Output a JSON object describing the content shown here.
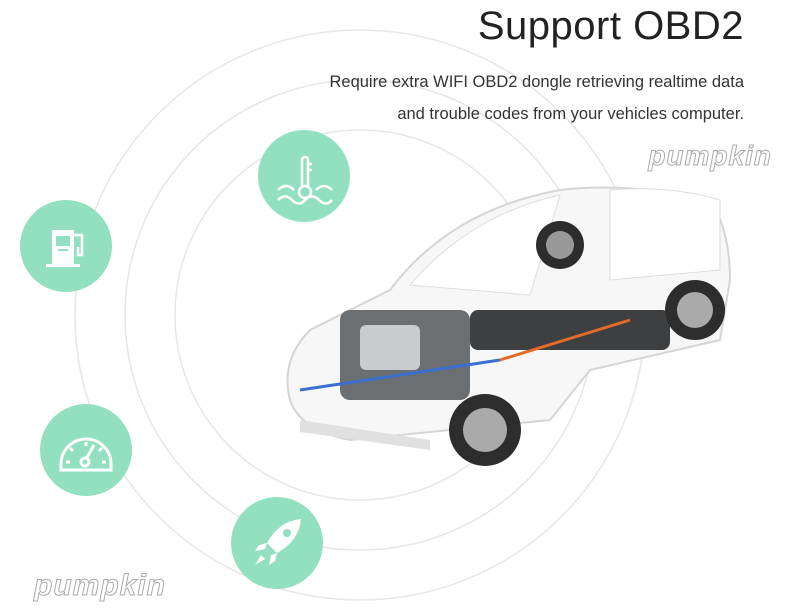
{
  "header": {
    "title": "Support OBD2",
    "description_line1": "Require extra WIFI OBD2 dongle retrieving realtime data",
    "description_line2": "and trouble codes from your vehicles computer."
  },
  "brand": {
    "logo_text": "pumpkin"
  },
  "icons": [
    "fuel-pump-icon",
    "coolant-temperature-icon",
    "speedometer-icon",
    "rocket-icon"
  ],
  "colors": {
    "accent": "#93e0c0",
    "text": "#222222"
  }
}
